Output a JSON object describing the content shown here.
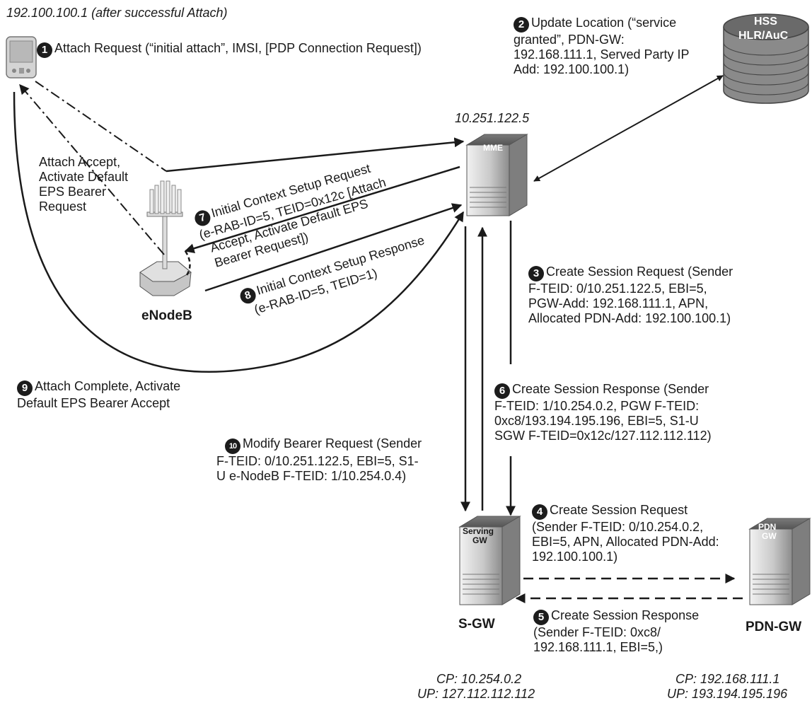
{
  "ip_labels": {
    "ue": "192.100.100.1 (after successful Attach)",
    "mme": "10.251.122.5",
    "sgw_cp": "CP: 10.254.0.2",
    "sgw_up": "UP: 127.112.112.112",
    "pgw_cp": "CP: 192.168.111.1",
    "pgw_up": "UP: 193.194.195.196"
  },
  "nodes": {
    "hss_line1": "HSS",
    "hss_line2": "HLR/AuC",
    "mme": "MME",
    "sgw_box1": "Serving",
    "sgw_box2": "GW",
    "sgw": "S-GW",
    "pgw_box1": "PDN",
    "pgw_box2": "GW",
    "pgw": "PDN-GW",
    "enodeb": "eNodeB"
  },
  "steps": {
    "s1": {
      "num": "1",
      "lines": [
        "Attach Request (“initial attach”, IMSI, [PDP Connection Request])"
      ]
    },
    "s2": {
      "num": "2",
      "lines": [
        "Update Location (“service",
        "granted”, PDN-GW:",
        "192.168.111.1, Served Party IP",
        "Add: 192.100.100.1)"
      ]
    },
    "s3": {
      "num": "3",
      "lines": [
        "Create Session Request (Sender",
        "F-TEID: 0/10.251.122.5, EBI=5,",
        "PGW-Add: 192.168.111.1, APN,",
        "Allocated PDN-Add: 192.100.100.1)"
      ]
    },
    "s4": {
      "num": "4",
      "lines": [
        "Create Session Request",
        "(Sender F-TEID: 0/10.254.0.2,",
        "EBI=5, APN, Allocated PDN-Add:",
        "192.100.100.1)"
      ]
    },
    "s5": {
      "num": "5",
      "lines": [
        "Create Session Response",
        "(Sender F-TEID: 0xc8/",
        "192.168.111.1, EBI=5,)"
      ]
    },
    "s6": {
      "num": "6",
      "lines": [
        "Create Session Response (Sender",
        "F-TEID: 1/10.254.0.2, PGW F-TEID:",
        "0xc8/193.194.195.196, EBI=5, S1-U",
        "SGW F-TEID=0x12c/127.112.112.112)"
      ]
    },
    "s7": {
      "num": "7",
      "lines": [
        "Initial Context Setup Request",
        "(e-RAB-ID=5, TEID=0x12c [Attach",
        "Accept, Activate Default EPS",
        "Bearer Request])"
      ]
    },
    "s8": {
      "num": "8",
      "lines": [
        "Initial Context Setup Response",
        "(e-RAB-ID=5, TEID=1)"
      ]
    },
    "s9": {
      "num": "9",
      "lines": [
        "Attach Complete, Activate",
        "Default EPS Bearer Accept"
      ]
    },
    "s10": {
      "num": "10",
      "lines": [
        "Modify Bearer Request (Sender",
        "F-TEID: 0/10.251.122.5, EBI=5, S1-",
        "U e-NodeB F-TEID: 1/10.254.0.4)"
      ]
    },
    "accept": {
      "lines": [
        "Attach Accept,",
        "Activate Default",
        "EPS Bearer",
        "Request"
      ]
    }
  }
}
